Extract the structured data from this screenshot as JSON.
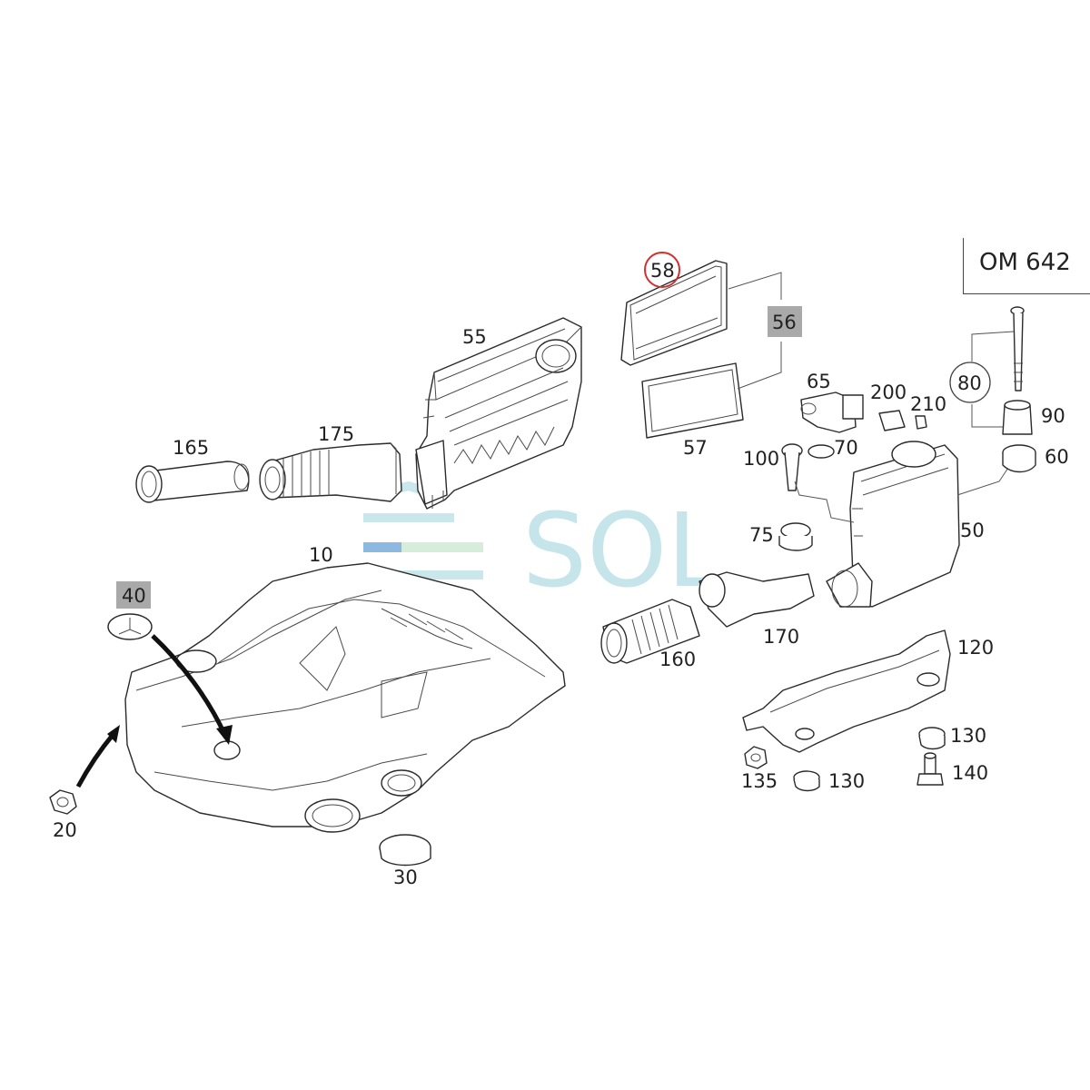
{
  "model_label": "OM 642",
  "watermark": "SOL",
  "colors": {
    "highlight_circle": "#d32f2f",
    "highlight_box": "#a9a9a9",
    "watermark": "#9fd4dd",
    "watermark_bar": "#2f80c9",
    "line": "#2a2a2a"
  },
  "callouts": {
    "c10": "10",
    "c20": "20",
    "c30": "30",
    "c40": "40",
    "c50": "50",
    "c55": "55",
    "c56": "56",
    "c57": "57",
    "c58": "58",
    "c60": "60",
    "c65": "65",
    "c70": "70",
    "c75": "75",
    "c80": "80",
    "c90": "90",
    "c100": "100",
    "c120": "120",
    "c130a": "130",
    "c130b": "130",
    "c135": "135",
    "c140": "140",
    "c160": "160",
    "c165": "165",
    "c170": "170",
    "c175": "175",
    "c200": "200",
    "c210": "210"
  }
}
